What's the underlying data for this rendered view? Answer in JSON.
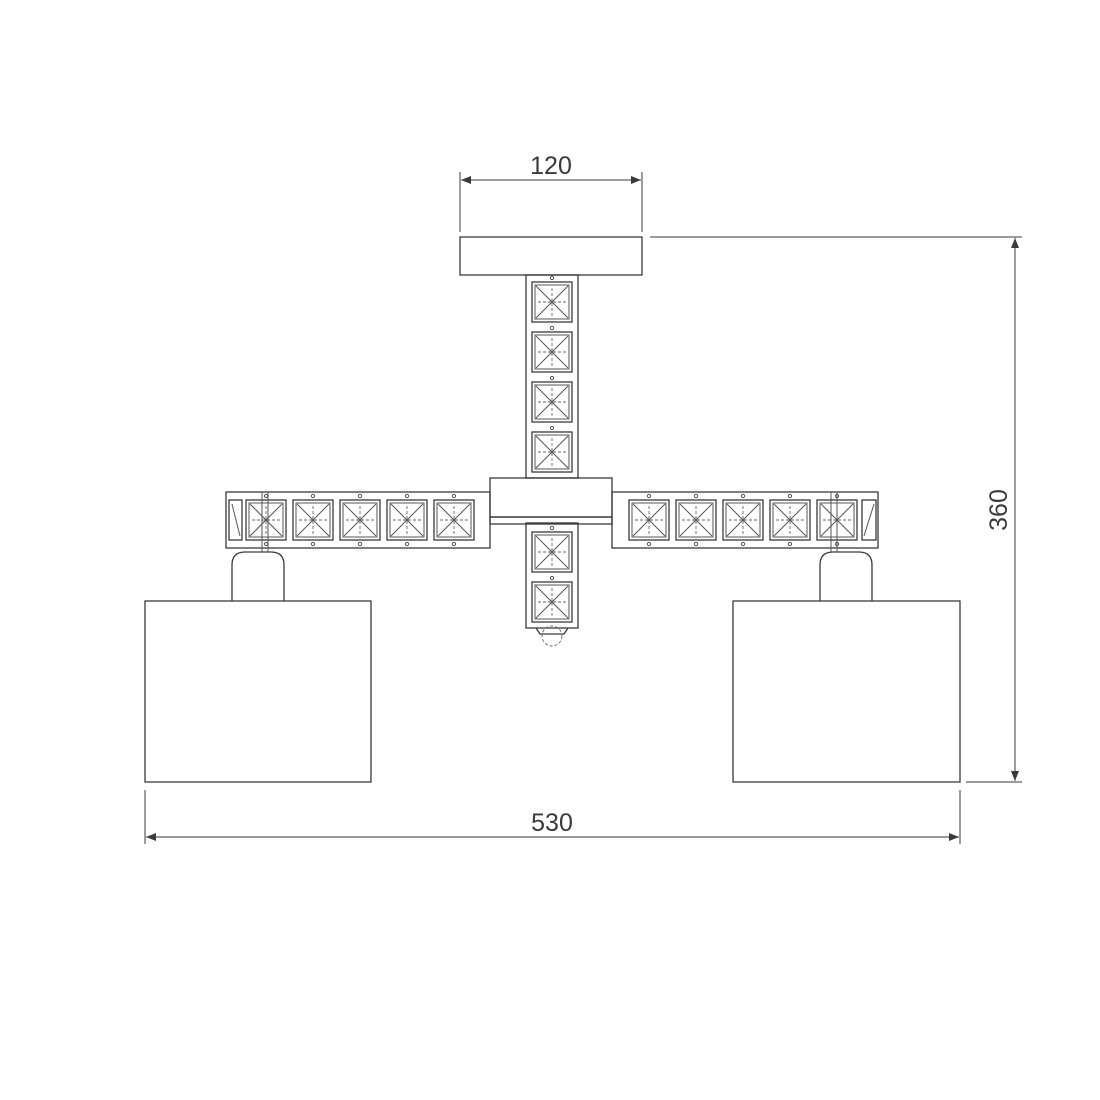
{
  "dimensions": {
    "canopy_width": "120",
    "total_height": "360",
    "total_width": "530"
  }
}
